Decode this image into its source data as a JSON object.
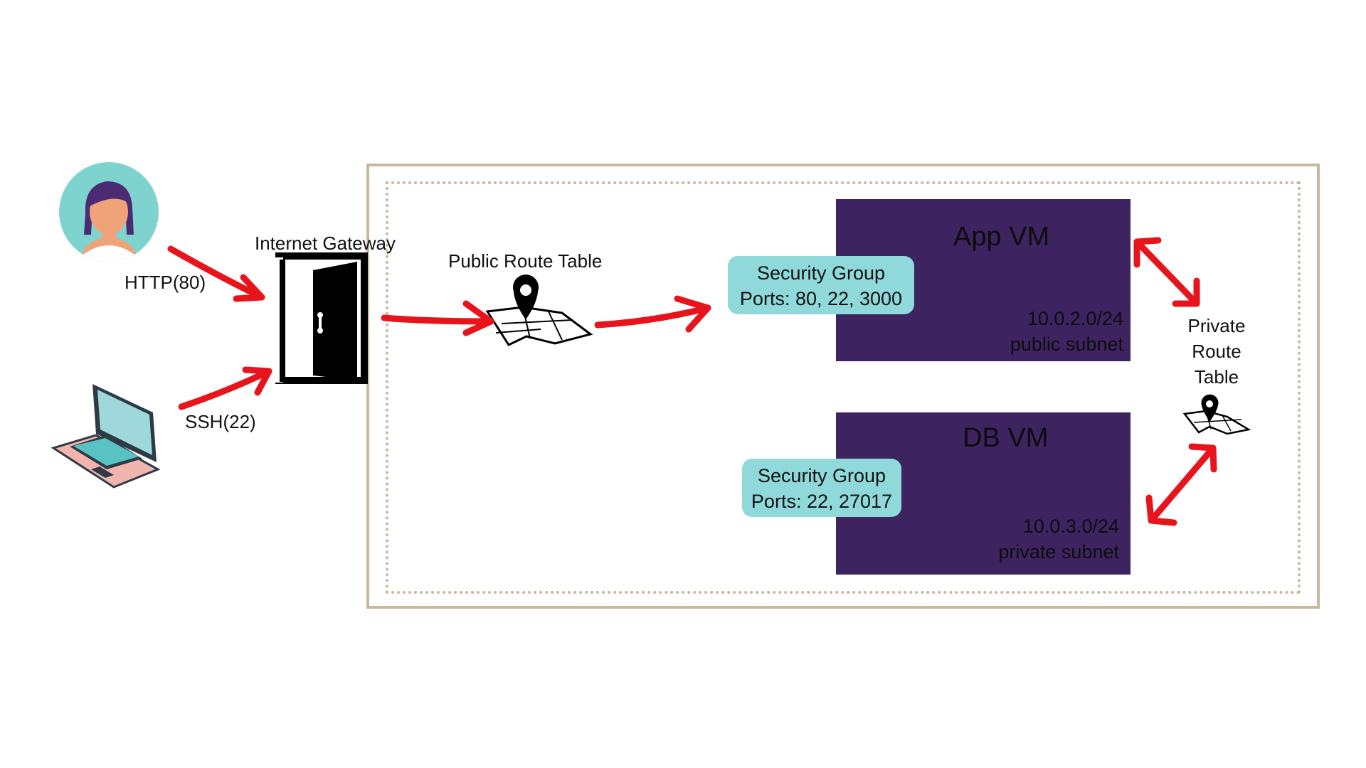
{
  "labels": {
    "internet_gateway": "Internet Gateway",
    "http": "HTTP(80)",
    "ssh": "SSH(22)",
    "public_route_table": "Public Route Table",
    "private_route_table": [
      "Private",
      "Route",
      "Table"
    ]
  },
  "app_vm": {
    "title": "App VM",
    "cidr": "10.0.2.0/24",
    "subnet": "public subnet",
    "security_group": {
      "title": "Security Group",
      "ports": "Ports: 80, 22, 3000"
    }
  },
  "db_vm": {
    "title": "DB VM",
    "cidr": "10.0.3.0/24",
    "subnet": "private subnet",
    "security_group": {
      "title": "Security Group",
      "ports": "Ports: 22, 27017"
    }
  },
  "colors": {
    "vm_fill": "#3d2460",
    "security_group": "#8fd9db",
    "arrow": "#e8141c",
    "vpc_border": "#c8b89a",
    "avatar_bg": "#7fd3cf"
  },
  "icons": [
    "user-avatar-icon",
    "laptop-icon",
    "door-icon",
    "map-pin-icon"
  ]
}
